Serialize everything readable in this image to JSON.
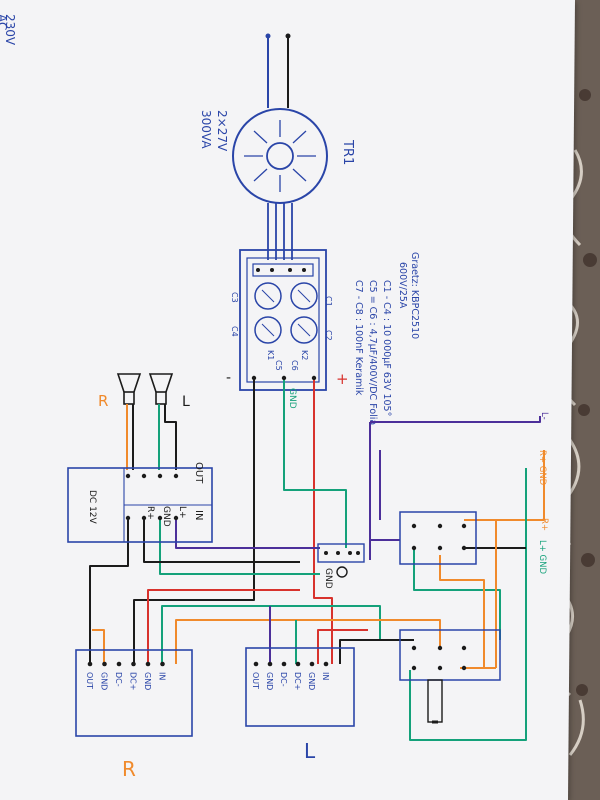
{
  "colors": {
    "paper": "#f4f4f6",
    "table": "#6b5f56",
    "black": "#1b1b1b",
    "blue": "#2a45a8",
    "purple": "#4c2f9a",
    "red": "#d8322d",
    "green": "#14a17a",
    "orange": "#f08a2c"
  },
  "mains": {
    "voltage": "230V",
    "type": "AC"
  },
  "transformer": {
    "label": "TR1",
    "secondary": "2×27V",
    "power": "300VA"
  },
  "rectifier_notes": {
    "line1": "Graetz: KBPC2510",
    "line2": "600V/25A",
    "line3": "C1 - C4 : 10 000µF 63V 105°",
    "line4": "C5 = C6 : 4,7µF/400V/DC Folia",
    "line5": "C7 - C8 : 100nF Keramik"
  },
  "rectifier": {
    "c1": "C1",
    "c2": "C2",
    "c3": "C3",
    "c4": "C4",
    "k1": "K1",
    "k2": "K2",
    "c5": "C5",
    "c6": "C6",
    "minus": "-",
    "plus": "+",
    "gnd": "GND"
  },
  "speakers": {
    "right": "R",
    "left": "L"
  },
  "protect_board": {
    "out": "OUT",
    "in": "IN",
    "l_plus": "L+",
    "gnd": "GND",
    "r_plus": "R+",
    "dc": "DC 12V"
  },
  "ground_point": {
    "label": "GND"
  },
  "right_io": {
    "l_minus": "L-",
    "r_plus_gnd": "R+  GND",
    "r_plus": "R+",
    "l_plus_gnd": "L+  GND"
  },
  "amp_r": {
    "pins": [
      "OUT",
      "GND",
      "DC-",
      "DC+",
      "GND",
      "IN"
    ],
    "label": "R"
  },
  "amp_l": {
    "pins": [
      "OUT",
      "GND",
      "DC-",
      "DC+",
      "GND",
      "IN"
    ],
    "label": "L"
  }
}
